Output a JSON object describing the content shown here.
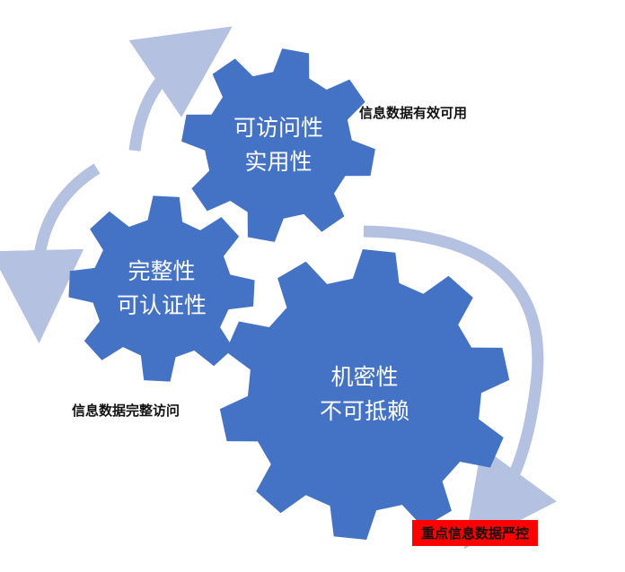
{
  "colors": {
    "gear": "#4472c4",
    "arrow": "#b4c1e0",
    "tag_bg": "#ff0000",
    "text_light": "#ffffff",
    "text_dark": "#111111"
  },
  "gears": {
    "availability": {
      "line1": "可访问性",
      "line2": "实用性"
    },
    "integrity": {
      "line1": "完整性",
      "line2": "可认证性"
    },
    "confidentiality": {
      "line1": "机密性",
      "line2": "不可抵赖"
    }
  },
  "notes": {
    "availability": "信息数据有效可用",
    "integrity": "信息数据完整访问",
    "confidentiality": "重点信息数据严控"
  }
}
